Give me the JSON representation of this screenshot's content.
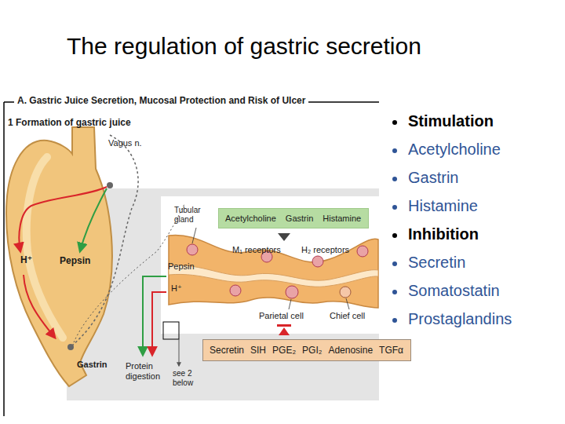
{
  "diagram": {
    "title": "The regulation of gastric secretion",
    "nodes": [
      {
        "text": [
          "Acetylcholine",
          "Gastrin",
          "Histamine"
        ]
      },
      {
        "text": [
          "Secretin",
          "SIH",
          "PGE₂",
          "PGI₂",
          "Adenosine",
          "TGFα"
        ]
      }
    ],
    "labels": [
      "A. Gastric Juice Secretion, Mucosal Protection and Risk of Ulcer",
      "1 Formation of gastric juice",
      "Vagus n.",
      "H⁺",
      "Pepsin",
      "Gastrin",
      "Tubular gland",
      "M₁ receptors",
      "H₂ receptors",
      "Pepsin",
      "H⁺",
      "Parietal cell",
      "Chief cell",
      "Protein digestion",
      "see 2 below",
      "Stimulation",
      "Acetylcholine",
      "Gastrin",
      "Histamine",
      "Inhibition",
      "Secretin",
      "Somatostatin",
      "Prostaglandins"
    ]
  }
}
